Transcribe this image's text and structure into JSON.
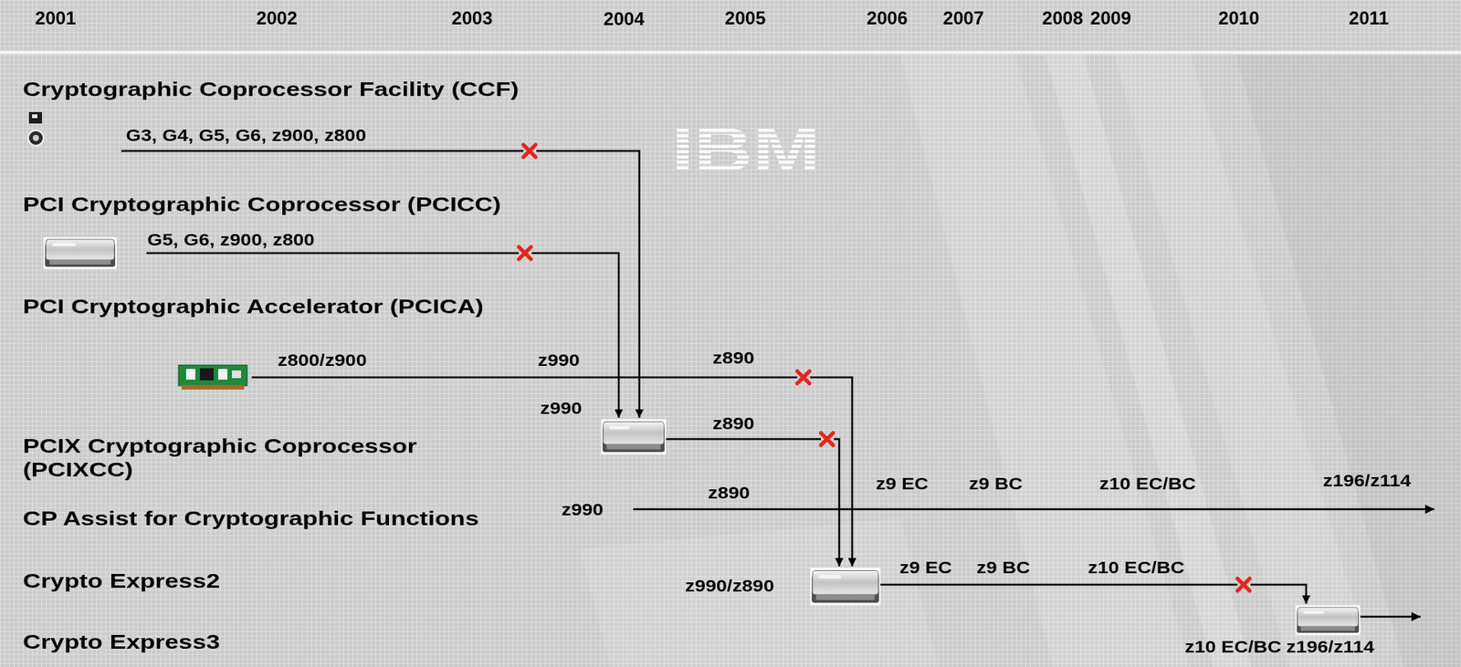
{
  "diagram": {
    "nodes": [
      {
        "text": [
          "Cryptographic Coprocessor Facility (CCF)"
        ]
      },
      {
        "text": [
          "PCI Cryptographic Coprocessor (PCICC)"
        ]
      },
      {
        "text": [
          "PCI Cryptographic Accelerator (PCICA)"
        ]
      },
      {
        "text": [
          "PCIX Cryptographic Coprocessor (PCIXCC)"
        ]
      },
      {
        "text": [
          "CP Assist for Cryptographic Functions"
        ]
      },
      {
        "text": [
          "Crypto Express2"
        ]
      },
      {
        "text": [
          "Crypto Express3"
        ]
      }
    ],
    "edges": [
      {
        "from": 0,
        "to": 3,
        "arrow": "to"
      },
      {
        "from": 1,
        "to": 3,
        "arrow": "to"
      },
      {
        "from": 2,
        "to": 5,
        "arrow": "to"
      },
      {
        "from": 3,
        "to": 5,
        "arrow": "to"
      },
      {
        "from": 5,
        "to": 6,
        "arrow": "to"
      }
    ],
    "labels": [
      "2001",
      "2002",
      "2003",
      "2004",
      "2005",
      "2006",
      "2007",
      "2008",
      "2009",
      "2010",
      "2011",
      "IBM",
      "G3, G4, G5, G6, z900, z800",
      "G5, G6, z900, z800",
      "z800/z900",
      "z990",
      "z890",
      "z990",
      "z890",
      "z990",
      "z890",
      "z9 EC",
      "z9 BC",
      "z10 EC/BC",
      "z196/z114",
      "z990/z890",
      "z9 EC",
      "z9 BC",
      "z10 EC/BC",
      "z10 EC/BC",
      "z196/z114"
    ]
  }
}
